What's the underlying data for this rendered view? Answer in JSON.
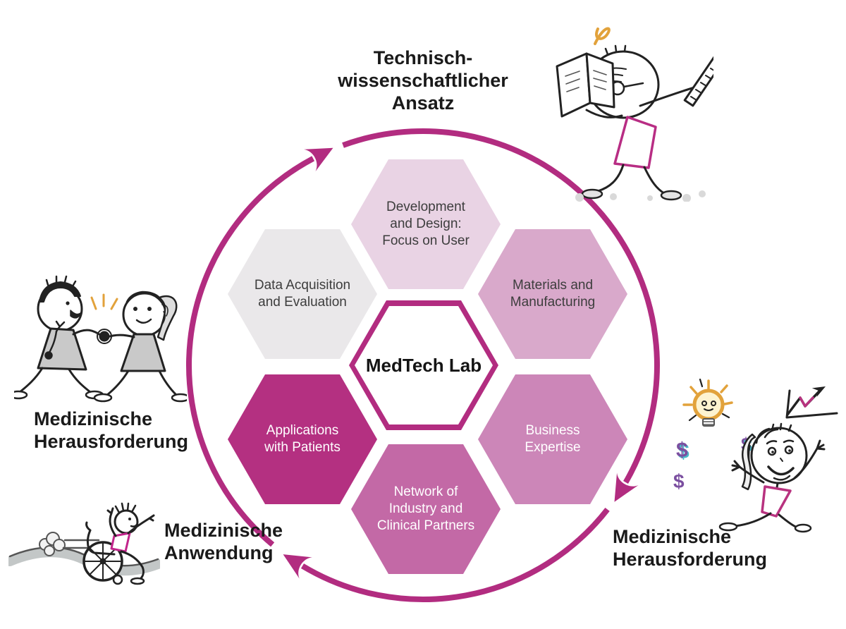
{
  "diagram": {
    "center_label": "MedTech Lab",
    "hexagons": [
      {
        "id": "development-design",
        "label": "Development\nand Design:\nFocus on User",
        "fill": "#e9d3e4",
        "text": "#3d3d3d"
      },
      {
        "id": "data-acquisition",
        "label": "Data Acquisition\nand Evaluation",
        "fill": "#eae8ea",
        "text": "#3d3d3d"
      },
      {
        "id": "materials-manufacturing",
        "label": "Materials and\nManufacturing",
        "fill": "#d9a9cb",
        "text": "#3d3d3d"
      },
      {
        "id": "business-expertise",
        "label": "Business\nExpertise",
        "fill": "#cc86b8",
        "text": "#ffffff"
      },
      {
        "id": "network-partners",
        "label": "Network of\nIndustry and\nClinical Partners",
        "fill": "#c369a6",
        "text": "#ffffff"
      },
      {
        "id": "applications-patients",
        "label": "Applications\nwith Patients",
        "fill": "#b43081",
        "text": "#ffffff"
      }
    ],
    "outer_labels": {
      "top": "Technisch-\nwissenschaftlicher\nAnsatz",
      "left": "Medizinische\nHerausforderung",
      "bottom": "Medizinische\nAnwendung",
      "right": "Medizinische\nHerausforderung"
    },
    "figures": {
      "top_right": "person-reading-book-with-ruler",
      "left": "doctor-and-patient-handshake",
      "bottom_left": "person-in-wheelchair-on-ramp",
      "right": "woman-with-idea-bulb-and-growth-chart",
      "dollar_signs": [
        "$",
        "$",
        "$"
      ]
    },
    "colors": {
      "magenta": "#b22c80",
      "label_black": "#1a1a1a",
      "sketch_ink": "#222222",
      "sketch_gray": "#c9c9c9",
      "accent_orange": "#e2a23b",
      "accent_purple": "#7b4fa0",
      "accent_teal": "#49b8c8"
    }
  }
}
